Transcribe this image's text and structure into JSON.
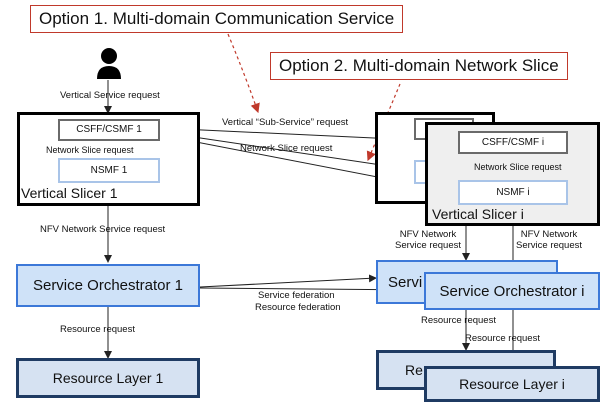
{
  "callouts": {
    "option1": "Option 1. Multi-domain Communication Service",
    "option2": "Option 2. Multi-domain Network Slice"
  },
  "labels": {
    "vertical_service_request": "Vertical Service request",
    "vertical_sub_service_request": "Vertical “Sub-Service” request",
    "network_slice_request_left": "Network Slice request",
    "network_slice_request_mid": "Network Slice request",
    "network_slice_request_right": "Network Slice request",
    "nfv_ns_request_left": "NFV Network Service request",
    "nfv_ns_request_r1_line1": "NFV Network",
    "nfv_ns_request_r1_line2": "Service request",
    "nfv_ns_request_r2_line1": "NFV Network",
    "nfv_ns_request_r2_line2": "Service request",
    "service_federation": "Service federation",
    "resource_federation": "Resource federation",
    "resource_request_left": "Resource request",
    "resource_request_r1": "Resource request",
    "resource_request_r2": "Resource request"
  },
  "left": {
    "csff": "CSFF/CSMF 1",
    "nsmf": "NSMF 1",
    "slicer": "Vertical Slicer 1",
    "orchestrator": "Service Orchestrator 1",
    "resource": "Resource Layer 1"
  },
  "right": {
    "csff": "CSFF/CSMF i",
    "nsmf": "NSMF i",
    "slicer": "Vertical Slicer i",
    "orchestrator_back": "Servi",
    "orchestrator": "Service Orchestrator i",
    "resource_back": "Re",
    "resource": "Resource Layer i"
  },
  "colors": {
    "callout_border": "#c0392b",
    "orchestrator_border": "#3c78d8",
    "orchestrator_fill": "#cfe2f8",
    "resource_border": "#1f3b63",
    "resource_fill": "#d6e2f2",
    "nsmf_border": "#a9c4e8"
  },
  "icons": {
    "user": "user-icon"
  }
}
